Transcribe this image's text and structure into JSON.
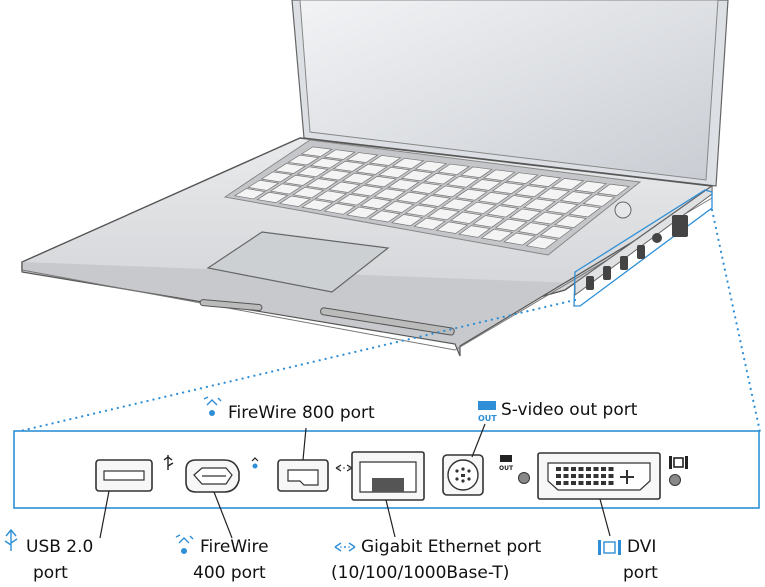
{
  "labels": {
    "firewire800": "FireWire 800 port",
    "svideo": "S-video out port",
    "usb_line1": "USB 2.0",
    "usb_line2": "port",
    "firewire400_line1": "FireWire",
    "firewire400_line2": "400 port",
    "ethernet_line1": "Gigabit Ethernet port",
    "ethernet_line2": "(10/100/1000Base-T)",
    "dvi_line1": "DVI",
    "dvi_line2": "port"
  },
  "port_icon_text": {
    "svideo_out": "OUT"
  },
  "icons": [
    "usb-icon",
    "firewire-icon",
    "ethernet-icon",
    "svideo-icon",
    "dvi-icon"
  ],
  "colors": {
    "accent": "#2f8fd6",
    "laptop_body": "#d9dadc",
    "keys": "#f4f4f4"
  }
}
